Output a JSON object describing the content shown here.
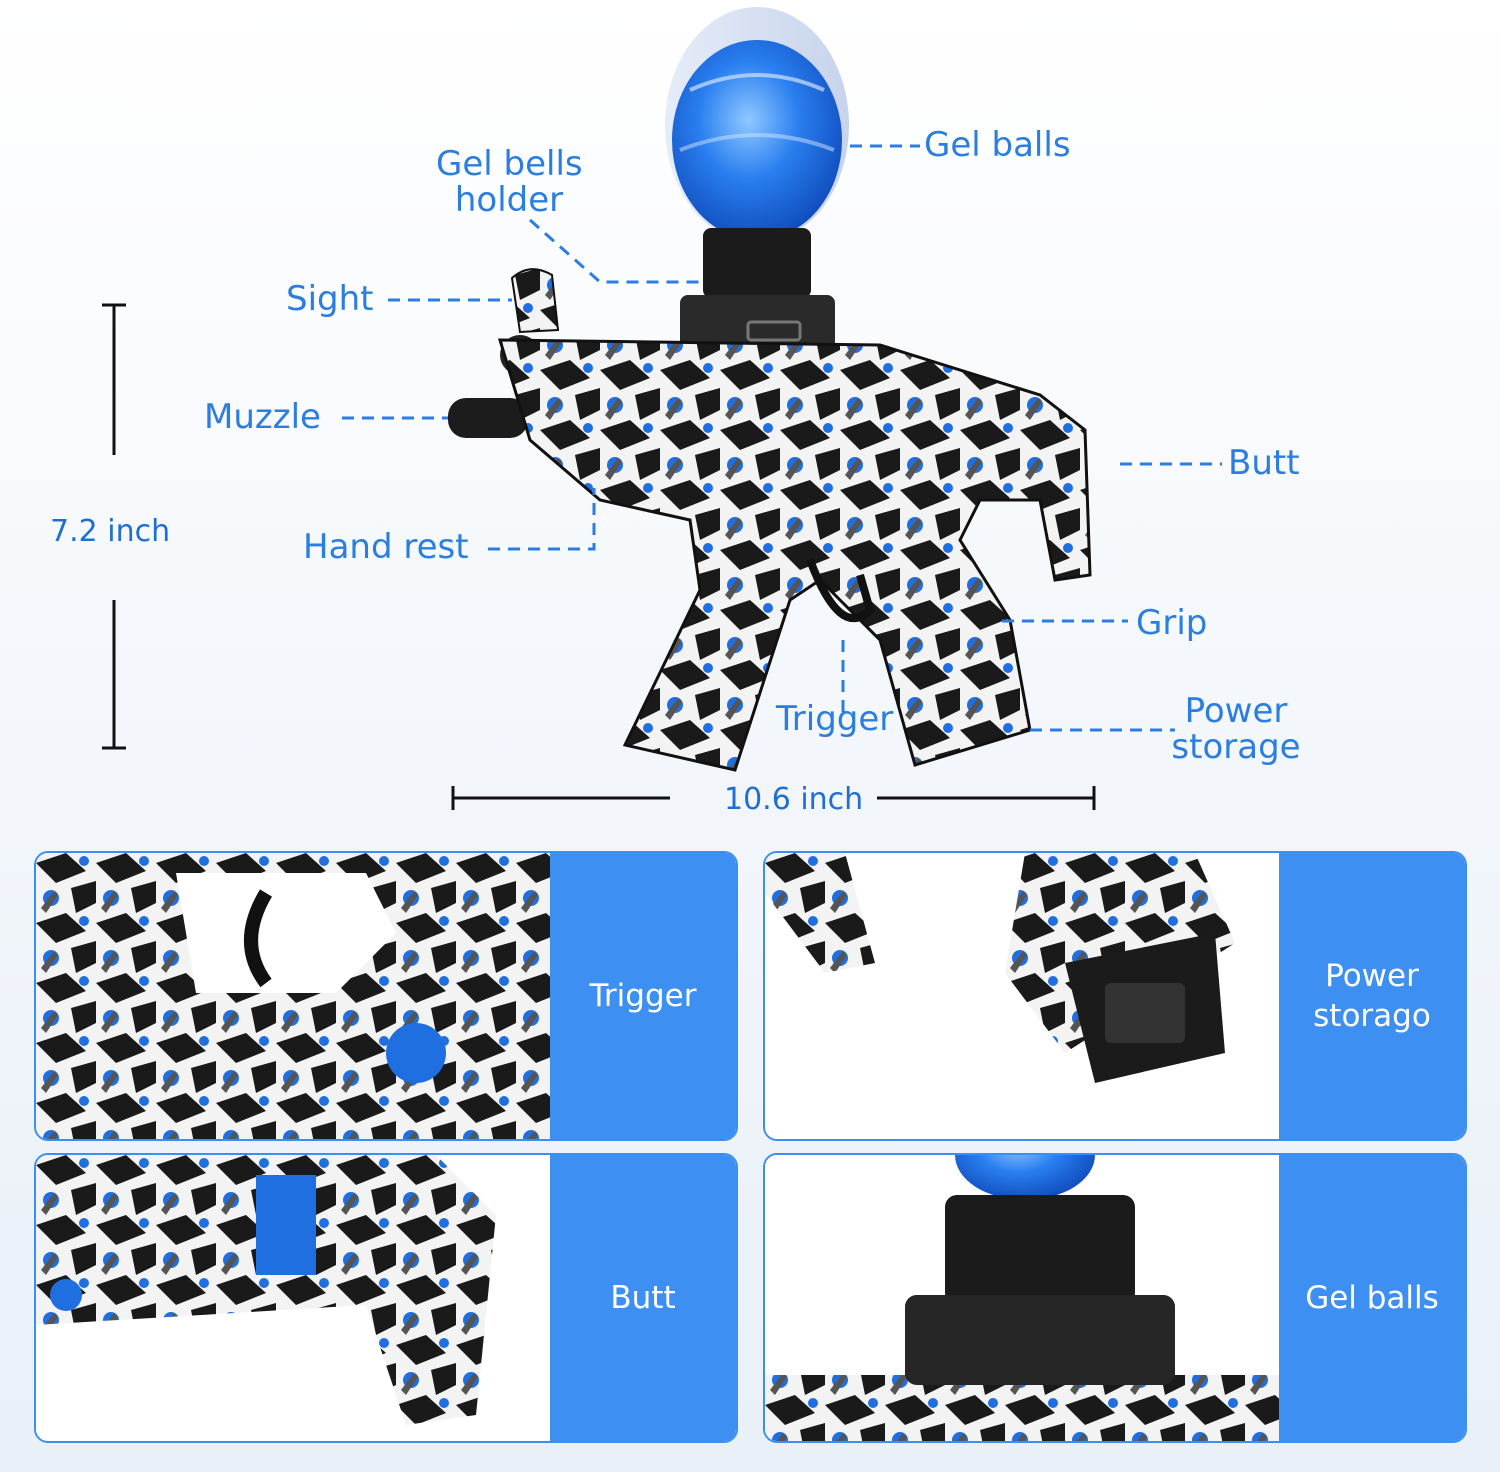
{
  "callouts": {
    "gel_balls": "Gel balls",
    "gel_bells_holder_line1": "Gel bells",
    "gel_bells_holder_line2": "holder",
    "sight": "Sight",
    "muzzle": "Muzzle",
    "hand_rest": "Hand rest",
    "butt": "Butt",
    "grip": "Grip",
    "trigger": "Trigger",
    "power_storage_line1": "Power",
    "power_storage_line2": "storage"
  },
  "dimensions": {
    "height": "7.2 inch",
    "width": "10.6 inch"
  },
  "panels": [
    {
      "label": "Trigger"
    },
    {
      "label": "Power\nstorago"
    },
    {
      "label": "Butt"
    },
    {
      "label": "Gel balls"
    }
  ],
  "colors": {
    "accent_blue": "#3d8ff2",
    "label_blue": "#2b7de0",
    "gun_black": "#1b1b1b",
    "gun_white": "#f2f2f2"
  }
}
